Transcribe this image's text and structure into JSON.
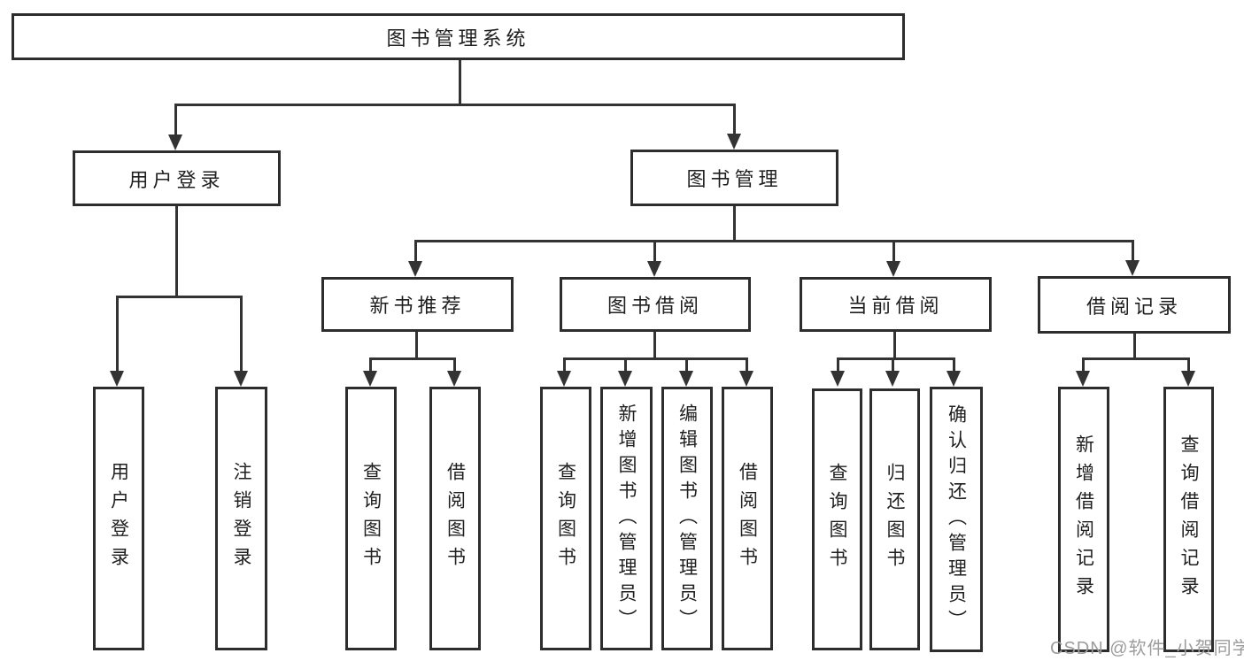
{
  "tree": {
    "root": {
      "label": "图书管理系统"
    },
    "branches": [
      {
        "label": "用户登录",
        "children": [
          {
            "label": "用户登录"
          },
          {
            "label": "注销登录"
          }
        ]
      },
      {
        "label": "图书管理",
        "groups": [
          {
            "label": "新书推荐",
            "children": [
              {
                "label": "查询图书"
              },
              {
                "label": "借阅图书"
              }
            ]
          },
          {
            "label": "图书借阅",
            "children": [
              {
                "label": "查询图书"
              },
              {
                "label": "新增图书（管理员）"
              },
              {
                "label": "编辑图书（管理员）"
              },
              {
                "label": "借阅图书"
              }
            ]
          },
          {
            "label": "当前借阅",
            "children": [
              {
                "label": "查询图书"
              },
              {
                "label": "归还图书"
              },
              {
                "label": "确认归还（管理员）"
              }
            ]
          },
          {
            "label": "借阅记录",
            "children": [
              {
                "label": "新增借阅记录"
              },
              {
                "label": "查询借阅记录"
              }
            ]
          }
        ]
      }
    ]
  },
  "watermark": {
    "text": "CSDN @软件_小贺同学"
  },
  "colors": {
    "line": "#333333",
    "box_border": "#2d2d2d",
    "text": "#1f1f1f",
    "watermark": "#9c9c9c",
    "background": "#ffffff"
  }
}
